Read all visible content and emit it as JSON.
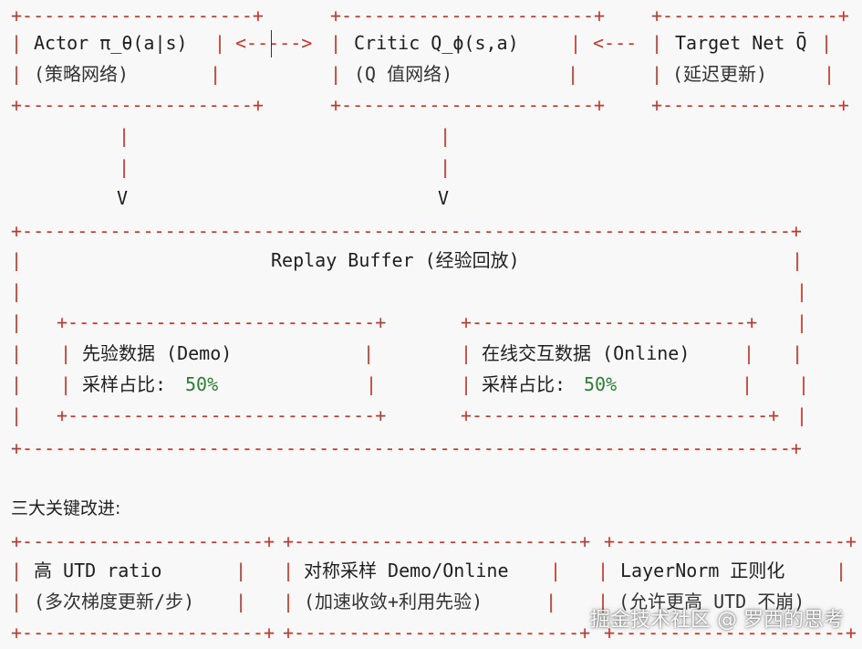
{
  "top_row": {
    "actor": {
      "title": "Actor π_θ(a|s)",
      "subtitle": "(策略网络)"
    },
    "critic": {
      "title": "Critic Q_ϕ(s,a)",
      "subtitle": "(Q 值网络)"
    },
    "target": {
      "title": "Target Net Q̄",
      "subtitle": "(延迟更新)"
    },
    "arrow_actor_critic": "<----->",
    "arrow_target_critic": "<---"
  },
  "replay_buffer": {
    "title": "Replay Buffer (经验回放)",
    "demo": {
      "title": "先验数据 (Demo)",
      "ratio_label": "采样占比: ",
      "ratio": "50%"
    },
    "online": {
      "title": "在线交互数据 (Online)",
      "ratio_label": "采样占比: ",
      "ratio": "50%"
    }
  },
  "improvements": {
    "heading": "三大关键改进:",
    "items": [
      {
        "title": "高 UTD ratio",
        "subtitle": "(多次梯度更新/步)"
      },
      {
        "title": "对称采样 Demo/Online",
        "subtitle": "(加速收敛+利用先验)"
      },
      {
        "title": "LayerNorm 正则化",
        "subtitle": "(允许更高 UTD 不崩)"
      }
    ]
  },
  "watermark": "掘金技术社区 @ 罗西的思考"
}
